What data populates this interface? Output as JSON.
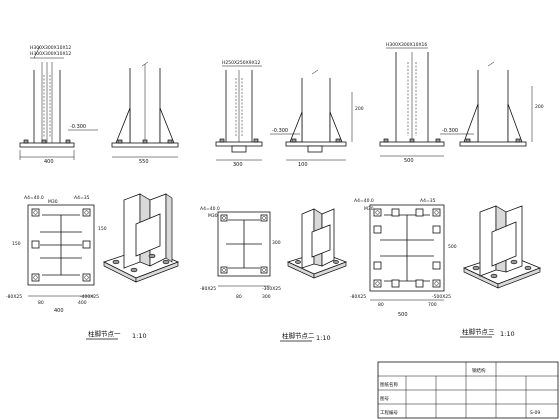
{
  "drawing": {
    "section_labels": [
      "H300X300X10X12",
      "H250X250X9X12",
      "H300X300X10X16"
    ],
    "elevation_labels": [
      "-0.300",
      "-0.300",
      "-0.300"
    ],
    "plan_labels": {
      "plan1": [
        "M30",
        "-400X25",
        "-80X25"
      ],
      "plan2": [
        "M30",
        "-300X25",
        "-80X25"
      ],
      "plan3": [
        "M30",
        "-500X25",
        "-80X25"
      ]
    },
    "details": [
      {
        "title": "柱脚节点一",
        "scale": "1:10"
      },
      {
        "title": "柱脚节点二",
        "scale": "1:10"
      },
      {
        "title": "柱脚节点三",
        "scale": "1:10"
      }
    ]
  },
  "title_block": {
    "rows": [
      "图纸名称",
      "图号",
      "工程编号"
    ],
    "project": "钢结构",
    "sheet_no": "S-09"
  }
}
